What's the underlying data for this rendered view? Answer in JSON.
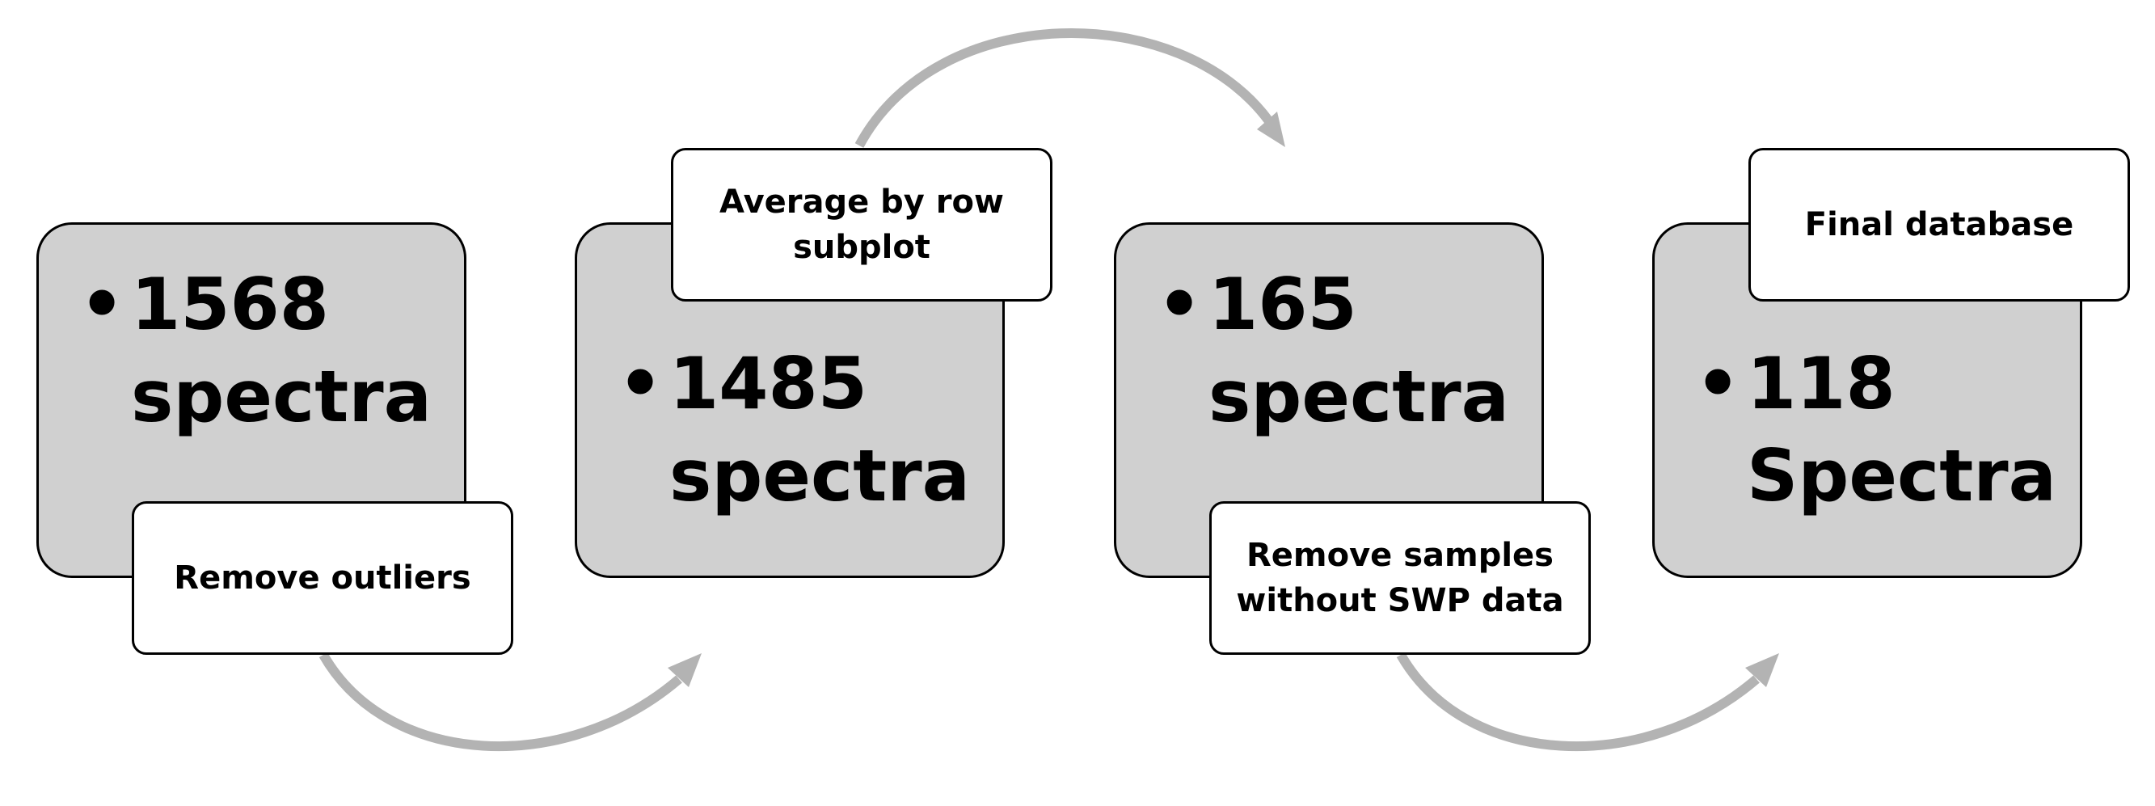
{
  "stages": [
    {
      "number": "1568",
      "unit": "spectra"
    },
    {
      "number": "1485",
      "unit": "spectra"
    },
    {
      "number": "165",
      "unit": "spectra"
    },
    {
      "number": "118",
      "unit": "Spectra"
    }
  ],
  "steps": [
    {
      "line1": "Remove outliers",
      "line2": ""
    },
    {
      "line1": "Average by row",
      "line2": "subplot"
    },
    {
      "line1": "Remove samples",
      "line2": "without SWP data"
    },
    {
      "line1": "Final database",
      "line2": ""
    }
  ],
  "bullet_char": "•",
  "colors": {
    "box_fill": "#d0d0d0",
    "label_fill": "#ffffff",
    "arrow": "#b3b3b3",
    "outline": "#000000"
  }
}
